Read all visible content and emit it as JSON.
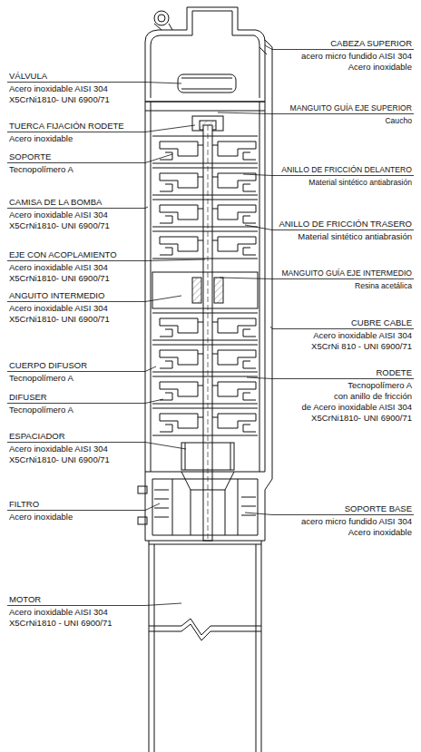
{
  "diagram": {
    "labels": [
      "CABEZA SUPERIOR",
      "acero micro fundido AISI 304",
      "Acero inoxidable",
      "VÁLVULA",
      "Acero inoxidable AISI 304",
      "X5CrNi1810- UNI 6900/71",
      "MANGUITO GUÍA EJE SUPERIOR",
      "Caucho",
      "TUERCA FIJACIÓN RODETE",
      "Acero inoxidable",
      "SOPORTE",
      "Tecnopolímero A",
      "ANILLO DE FRICCIÓN DELANTERO",
      "Material sintético antiabrasión",
      "CAMISA DE LA BOMBA",
      "Acero inoxidable AISI 304",
      "X5CrNi1810- UNI 6900/71",
      "ANILLO DE FRICCIÓN TRASERO",
      "Material sintético antiabrasión",
      "EJE CON ACOPLAMIENTO",
      "Acero inoxidable AISI 304",
      "X5CrNi1810- UNI 6900/71",
      "MANGUITO GUÍA EJE INTERMEDIO",
      "Resina acetálica",
      "ANGUITO INTERMEDIO",
      "Acero inoxidable AISI 304",
      "X5CrNi1810- UNI 6900/71",
      "CUBRE CABLE",
      "Acero inoxidable AISI 304",
      "X5CrNi 810 - UNI 6900/71",
      "CUERPO DIFUSOR",
      "Tecnopolímero A",
      "RODETE",
      "Tecnopolímero A",
      "con anillo de fricción",
      "de Acero inoxidable AISI 304",
      "X5CrNi1810- UNI 6900/71",
      "DIFUSER",
      "Tecnopolímero A",
      "ESPACIADOR",
      "Acero inoxidable AISI 304",
      "X5CrNi1810- UNI 6900/71",
      "FILTRO",
      "Acero inoxidable",
      "SOPORTE BASE",
      "acero micro fundido AISI 304",
      "Acero inoxidable",
      "MOTOR",
      "Acero inoxidable AISI 304",
      "X5CrNi1810 - UNI 6900/71"
    ]
  }
}
